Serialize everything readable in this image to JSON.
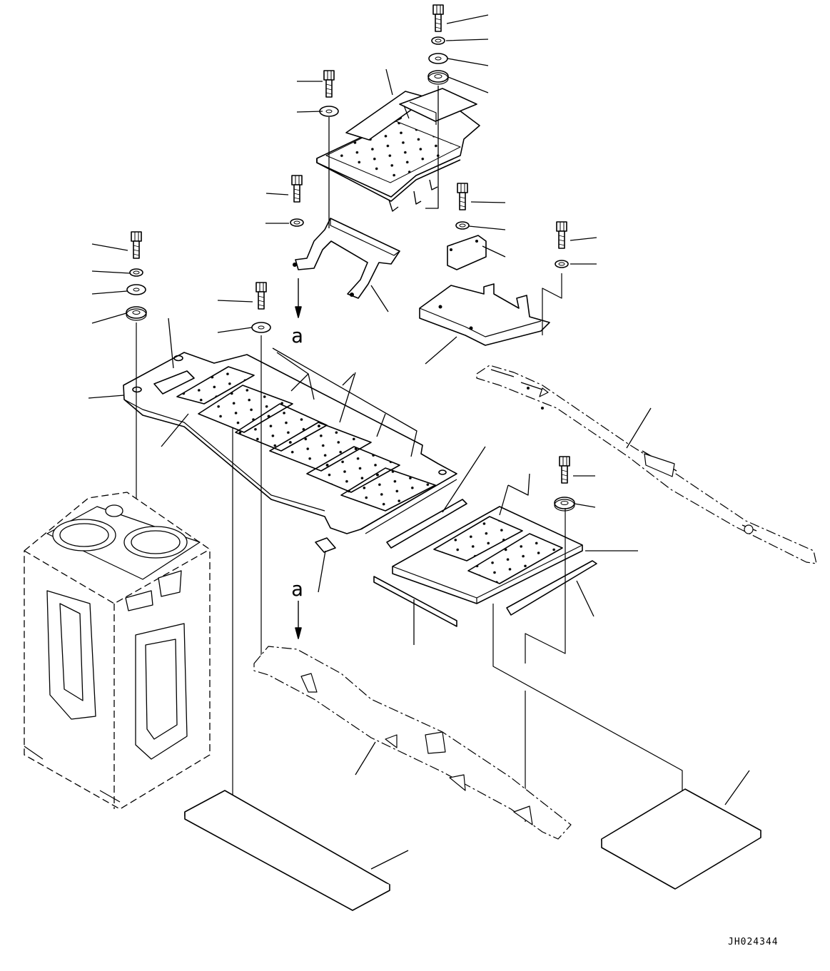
{
  "diagram": {
    "drawing_id": "JH024344",
    "view_markers": [
      {
        "label": "a"
      },
      {
        "label": "a"
      }
    ]
  }
}
